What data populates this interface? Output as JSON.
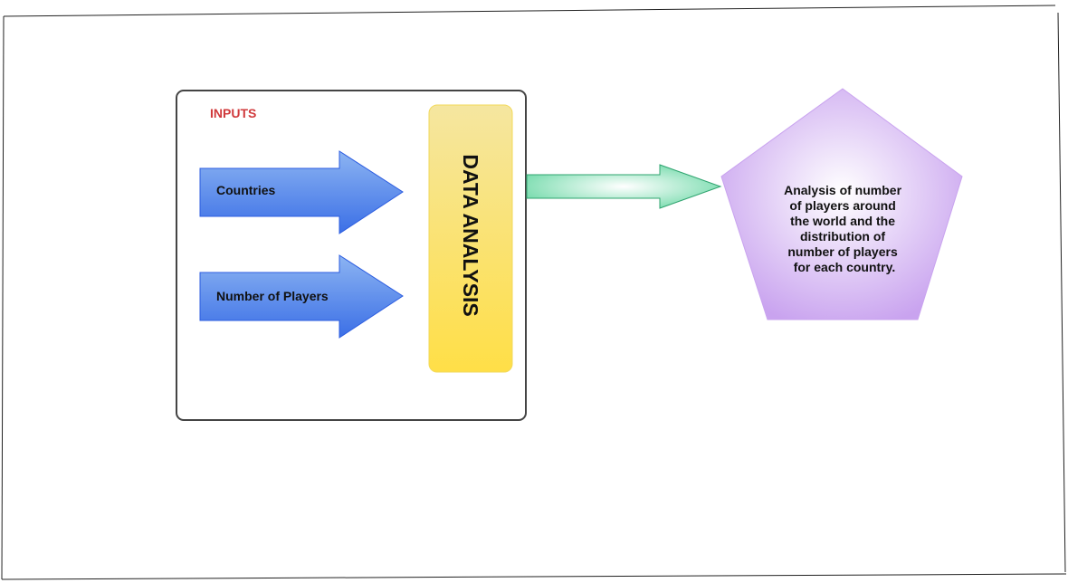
{
  "inputs_box": {
    "title": "INPUTS"
  },
  "input_arrows": [
    {
      "label": "Countries"
    },
    {
      "label": "Number of Players"
    }
  ],
  "process": {
    "label": "DATA ANALYSIS"
  },
  "output": {
    "lines": [
      "Analysis of number",
      "of players around",
      "the world and the",
      "distribution of",
      "number of players",
      "for each country."
    ]
  },
  "colors": {
    "inputs_title": "#d0393b",
    "input_arrow_top": "#8cb4f2",
    "input_arrow_bottom": "#3b6fe6",
    "process_top": "#f5e6a0",
    "process_bottom": "#ffdf47",
    "connector_fill": "#7fe0b4",
    "output_center": "#ffffff",
    "output_edge": "#c9a3ef"
  }
}
